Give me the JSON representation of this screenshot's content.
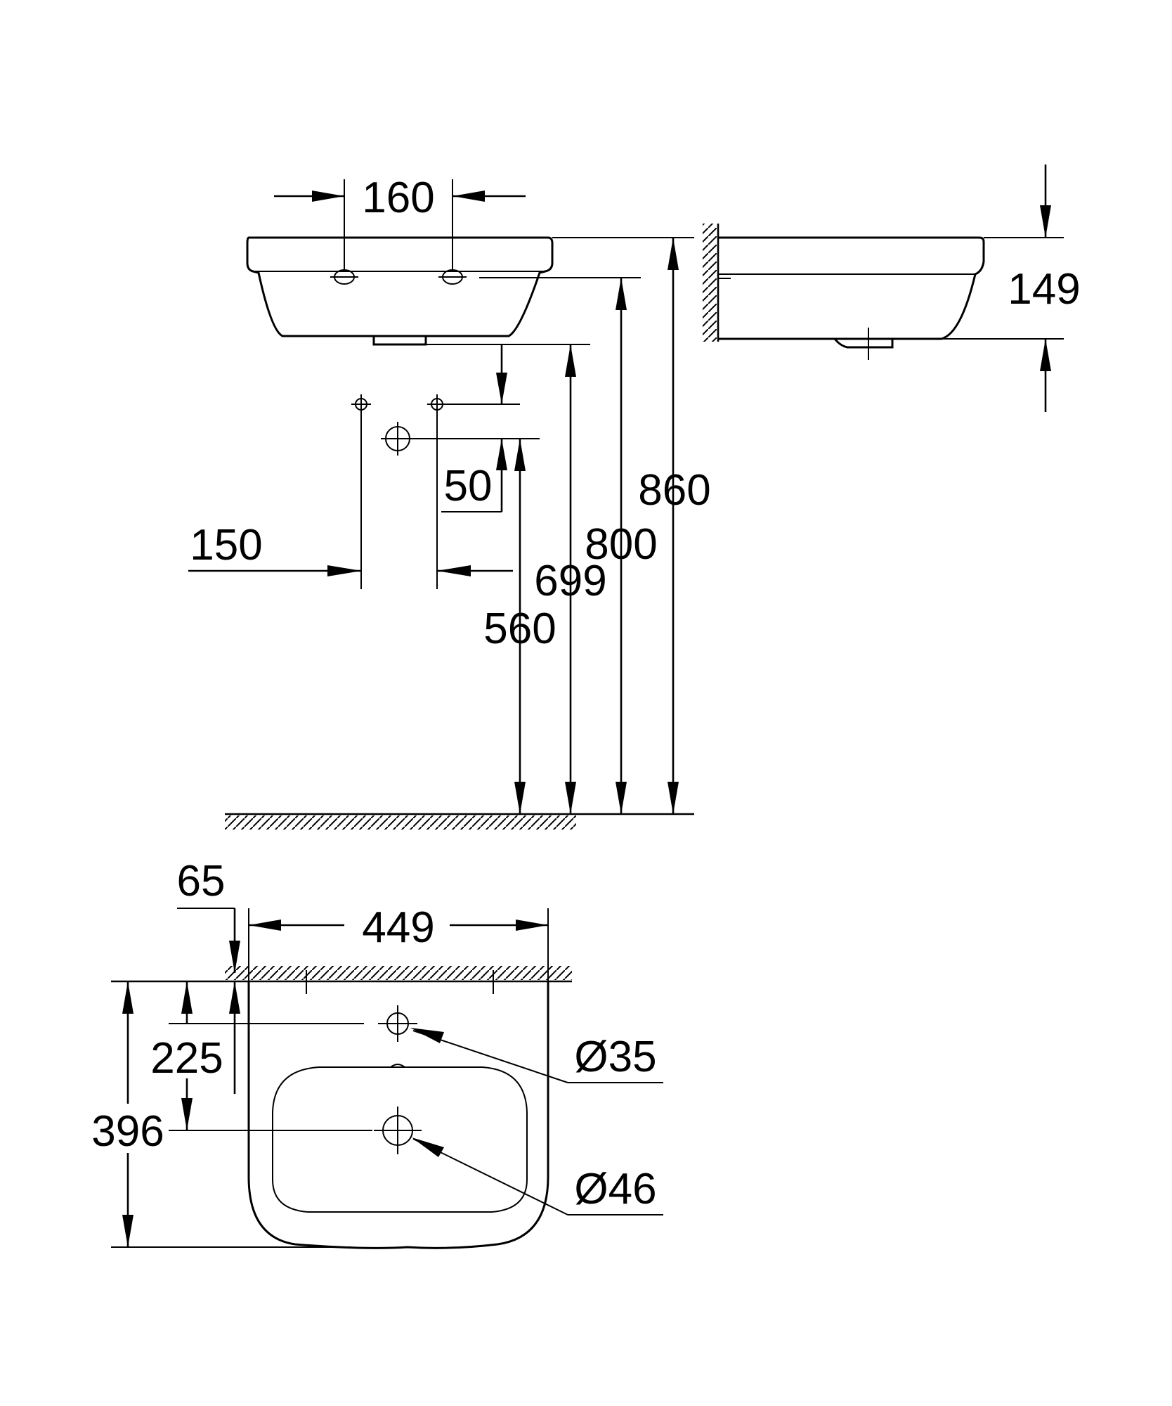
{
  "front_view": {
    "tap_hole_spacing": "160",
    "fixing_hole_spacing": "150",
    "waste_offset": "50",
    "waste_height": "560",
    "fixing_height": "699",
    "underside_height": "800",
    "rim_height": "860"
  },
  "side_view": {
    "basin_height": "149"
  },
  "top_view": {
    "wall_offset": "65",
    "width": "449",
    "tap_hole_depth": "225",
    "projection": "396",
    "tap_hole_diameter": "Ø35",
    "waste_diameter": "Ø46"
  }
}
